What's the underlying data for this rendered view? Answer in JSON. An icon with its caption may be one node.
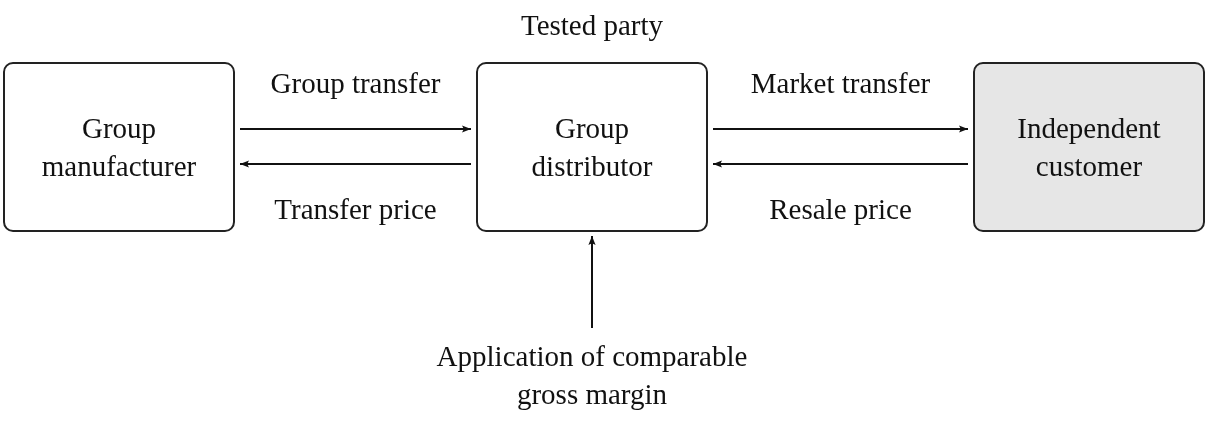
{
  "diagram": {
    "nodes": [
      {
        "text": [
          "Group manufacturer"
        ]
      },
      {
        "text": [
          "Tested party",
          "Group distributor"
        ]
      },
      {
        "text": [
          "Independent customer"
        ]
      },
      {
        "text": [
          "Application of comparable gross margin"
        ]
      }
    ],
    "edges": [
      {
        "from": 0,
        "to": 1,
        "arrow": "to",
        "label": "Group transfer"
      },
      {
        "from": 1,
        "to": 0,
        "arrow": "to",
        "label": "Transfer price"
      },
      {
        "from": 1,
        "to": 2,
        "arrow": "to",
        "label": "Market transfer"
      },
      {
        "from": 2,
        "to": 1,
        "arrow": "to",
        "label": "Resale price"
      },
      {
        "from": 3,
        "to": 1,
        "arrow": "to"
      }
    ]
  }
}
